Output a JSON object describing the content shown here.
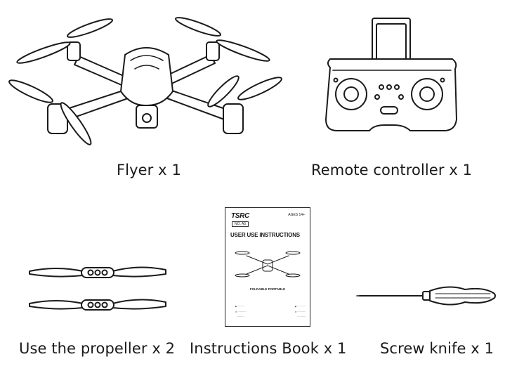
{
  "items": [
    {
      "caption": "Flyer x 1",
      "icon": "drone-icon"
    },
    {
      "caption": "Remote controller x 1",
      "icon": "remote-controller-icon"
    },
    {
      "caption": "Use the propeller x 2",
      "icon": "propeller-icon"
    },
    {
      "caption": "Instructions Book x 1",
      "icon": "instruction-book-icon"
    },
    {
      "caption": "Screw knife x 1",
      "icon": "screwdriver-icon"
    }
  ],
  "book": {
    "brand": "TSRC",
    "ages": "AGES 14+",
    "model": "NO. A5",
    "title": "USER USE INSTRUCTIONS",
    "subtitle": "FOLDABLE PORTABLE"
  }
}
